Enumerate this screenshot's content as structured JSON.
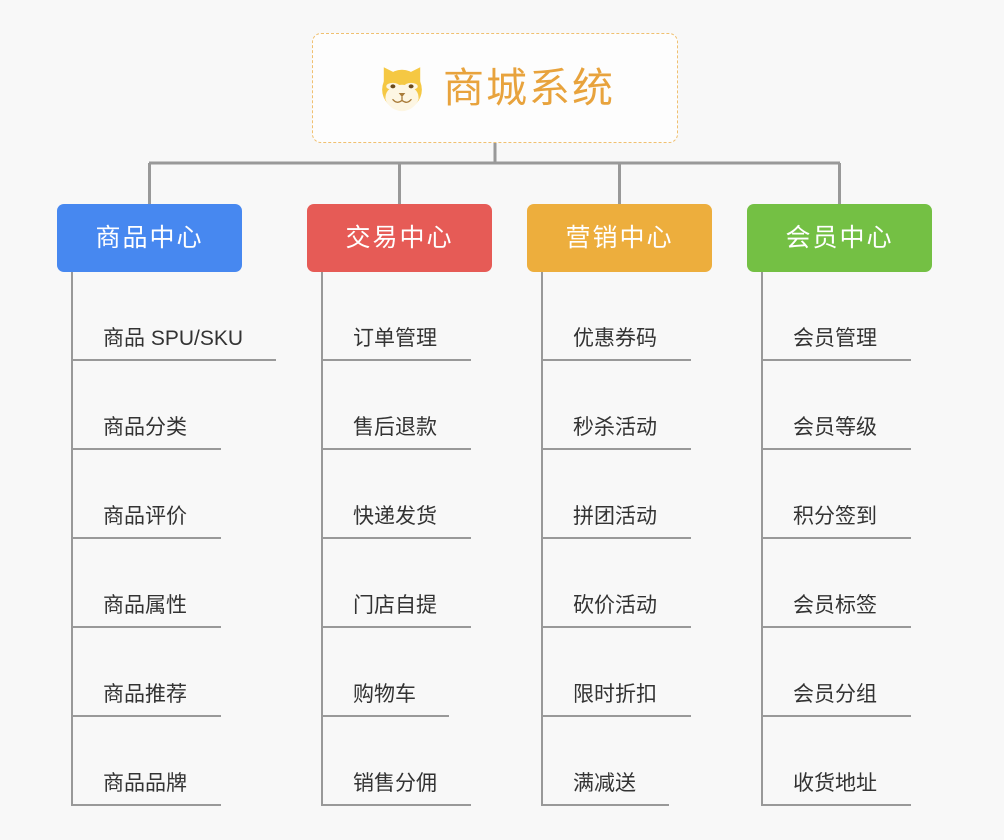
{
  "diagram": {
    "type": "mind-map",
    "title": "商城系统",
    "root": {
      "label": "商城系统",
      "icon": "dog-face-emoji",
      "icon_glyph": "🐕",
      "text_color": "#e8a33d",
      "border_color": "#f0c070",
      "background": "#fdfdfd"
    },
    "background_color": "#f8f8f8",
    "connector_color": "#999999",
    "branches": [
      {
        "label": "商品中心",
        "color": "#4788f0",
        "items": [
          {
            "label": "商品 SPU/SKU",
            "underline_width": 205
          },
          {
            "label": "商品分类",
            "underline_width": 150
          },
          {
            "label": "商品评价",
            "underline_width": 150
          },
          {
            "label": "商品属性",
            "underline_width": 150
          },
          {
            "label": "商品推荐",
            "underline_width": 150
          },
          {
            "label": "商品品牌",
            "underline_width": 150
          }
        ]
      },
      {
        "label": "交易中心",
        "color": "#e65b56",
        "items": [
          {
            "label": "订单管理",
            "underline_width": 150
          },
          {
            "label": "售后退款",
            "underline_width": 150
          },
          {
            "label": "快递发货",
            "underline_width": 150
          },
          {
            "label": "门店自提",
            "underline_width": 150
          },
          {
            "label": "购物车",
            "underline_width": 128
          },
          {
            "label": "销售分佣",
            "underline_width": 150
          }
        ]
      },
      {
        "label": "营销中心",
        "color": "#edae3d",
        "items": [
          {
            "label": "优惠券码",
            "underline_width": 150
          },
          {
            "label": "秒杀活动",
            "underline_width": 150
          },
          {
            "label": "拼团活动",
            "underline_width": 150
          },
          {
            "label": "砍价活动",
            "underline_width": 150
          },
          {
            "label": "限时折扣",
            "underline_width": 150
          },
          {
            "label": "满减送",
            "underline_width": 128
          }
        ]
      },
      {
        "label": "会员中心",
        "color": "#74c044",
        "items": [
          {
            "label": "会员管理",
            "underline_width": 150
          },
          {
            "label": "会员等级",
            "underline_width": 150
          },
          {
            "label": "积分签到",
            "underline_width": 150
          },
          {
            "label": "会员标签",
            "underline_width": 150
          },
          {
            "label": "会员分组",
            "underline_width": 150
          },
          {
            "label": "收货地址",
            "underline_width": 150
          }
        ]
      }
    ]
  }
}
